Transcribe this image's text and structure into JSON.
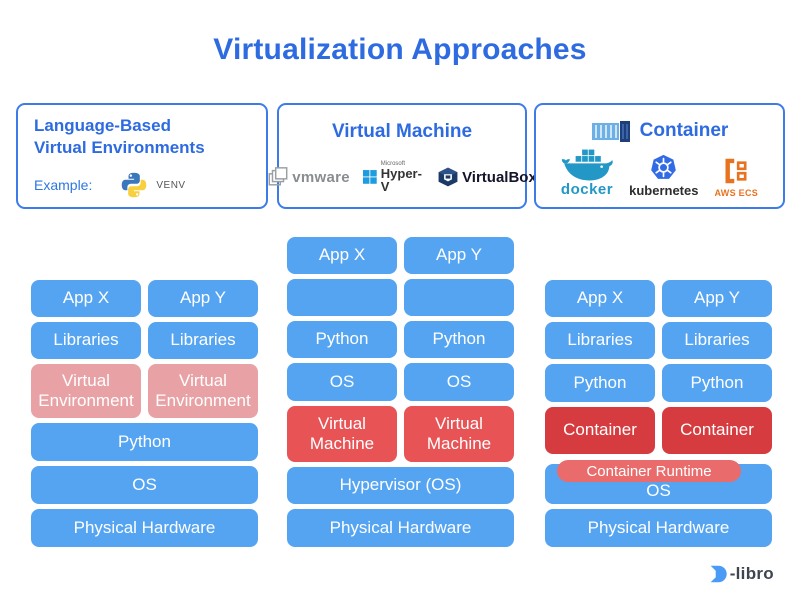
{
  "title": "Virtualization Approaches",
  "colors": {
    "accent_blue": "#2e6be0",
    "card_border": "#3d7ce8",
    "box_blue": "#55a4f2",
    "box_pink": "#e8a2a6",
    "box_red": "#e85456",
    "box_dark_red": "#d63c3f",
    "runtime_pill": "#ea6b6b"
  },
  "cards": [
    {
      "title_line1": "Language-Based",
      "title_line2": "Virtual Environments",
      "example_label": "Example:",
      "example_value": "VENV",
      "icons": [
        "python-logo"
      ]
    },
    {
      "title": "Virtual Machine",
      "logos": {
        "vmware": "vmware",
        "hyperv_brand": "Microsoft",
        "hyperv": "Hyper-V",
        "virtualbox": "VirtualBox"
      }
    },
    {
      "title": "Container",
      "logos": {
        "docker": "docker",
        "kubernetes": "kubernetes",
        "aws_ecs": "AWS ECS"
      }
    }
  ],
  "stacks": [
    {
      "name": "language-based-virtual-environments",
      "rows": {
        "appx": "App X",
        "appy": "App Y",
        "lib1": "Libraries",
        "lib2": "Libraries",
        "venv1": "Virtual Environment",
        "venv2": "Virtual Environment",
        "python": "Python",
        "os": "OS",
        "hw": "Physical Hardware"
      }
    },
    {
      "name": "virtual-machine",
      "rows": {
        "appx": "App X",
        "appy": "App Y",
        "empty1": "",
        "empty2": "",
        "python1": "Python",
        "python2": "Python",
        "os1": "OS",
        "os2": "OS",
        "vm1": "Virtual Machine",
        "vm2": "Virtual Machine",
        "hypervisor": "Hypervisor (OS)",
        "hw": "Physical Hardware"
      }
    },
    {
      "name": "container",
      "rows": {
        "appx": "App X",
        "appy": "App Y",
        "lib1": "Libraries",
        "lib2": "Libraries",
        "python1": "Python",
        "python2": "Python",
        "cont1": "Container",
        "cont2": "Container",
        "runtime": "Container Runtime",
        "os": "OS",
        "hw": "Physical Hardware"
      }
    }
  ],
  "footer": {
    "brand_text": "-libro"
  }
}
